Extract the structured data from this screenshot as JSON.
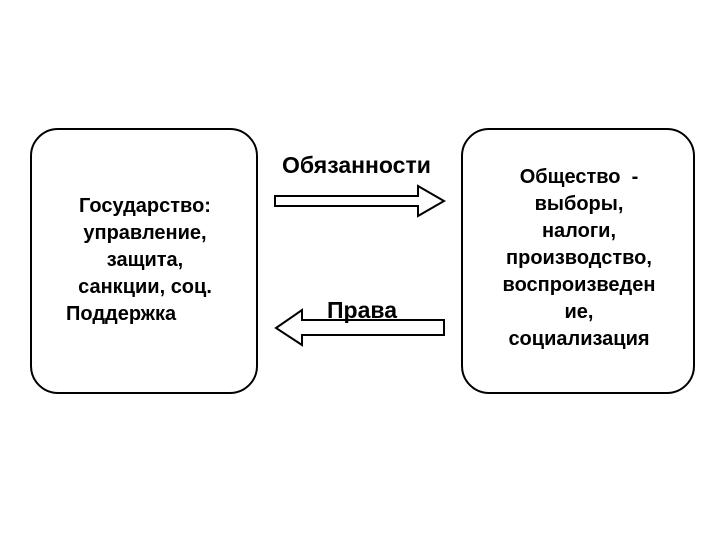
{
  "diagram": {
    "left_box": {
      "lines": [
        "Государство:",
        "управление,",
        "защита,",
        "санкции, соц.",
        "Поддержка"
      ]
    },
    "right_box": {
      "lines": [
        "Общество  -",
        "выборы,",
        "налоги,",
        "производство,",
        "воспроизведен",
        "ие,",
        "социализация"
      ]
    },
    "top_arrow_label": "Обязанности",
    "bottom_arrow_label": "Права"
  }
}
